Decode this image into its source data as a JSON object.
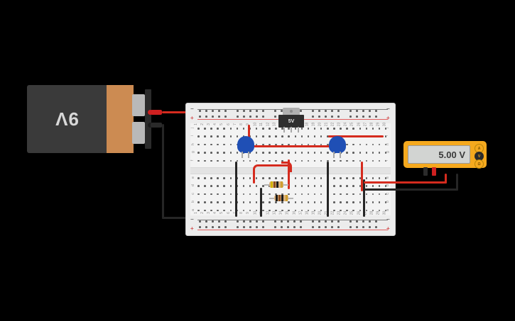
{
  "scene": {
    "title": "Tinkercad breadboard circuit: 9V battery, 5V regulator, multimeter",
    "background": "#000000"
  },
  "battery": {
    "name": "9V battery",
    "label": "9V",
    "body_color": "#3a3a3a",
    "band_color": "#cc8b52",
    "leads": [
      {
        "name": "positive-lead",
        "color": "#d52b1e"
      },
      {
        "name": "negative-lead",
        "color": "#262626"
      }
    ]
  },
  "breadboard": {
    "name": "solderless breadboard",
    "columns": 30,
    "column_labels": [
      "1",
      "2",
      "3",
      "4",
      "5",
      "6",
      "7",
      "8",
      "9",
      "10",
      "11",
      "12",
      "13",
      "14",
      "15",
      "16",
      "17",
      "18",
      "19",
      "20",
      "21",
      "22",
      "23",
      "24",
      "25",
      "26",
      "27",
      "28",
      "29",
      "30"
    ],
    "upper_rows": [
      "j",
      "i",
      "h",
      "g",
      "f"
    ],
    "lower_rows": [
      "e",
      "d",
      "c",
      "b",
      "a"
    ],
    "rails": [
      {
        "name": "top-rail",
        "minus": "−",
        "plus": "+"
      },
      {
        "name": "bottom-rail",
        "minus": "−",
        "plus": "+"
      }
    ],
    "body_color": "#ececec"
  },
  "components": {
    "regulator": {
      "name": "5V voltage regulator",
      "label": "5V",
      "body_color": "#2e2e2e"
    },
    "leds": [
      {
        "name": "blue-capacitor-left",
        "color": "#1f4fb5"
      },
      {
        "name": "blue-capacitor-right",
        "color": "#1f4fb5"
      }
    ],
    "resistors": [
      {
        "name": "resistor-upper",
        "bands": [
          "#d4b400",
          "#8a4b1e",
          "#1a1a1a",
          "#d0a030"
        ]
      },
      {
        "name": "resistor-lower",
        "bands": [
          "#1a1a1a",
          "#8a4b1e",
          "#1a1a1a",
          "#d0a030"
        ]
      }
    ]
  },
  "multimeter": {
    "name": "digital multimeter",
    "reading": "5.00 V",
    "body_color": "#f5a91e",
    "screen_color": "#d2d4d2",
    "buttons": [
      {
        "name": "amps-button",
        "label": "A"
      },
      {
        "name": "volts-button",
        "label": "V",
        "selected": true
      },
      {
        "name": "ohms-button",
        "label": "Ω"
      }
    ],
    "probes": [
      {
        "name": "black-probe",
        "color": "#2b2b2b"
      },
      {
        "name": "red-probe",
        "color": "#cf2020"
      }
    ]
  }
}
